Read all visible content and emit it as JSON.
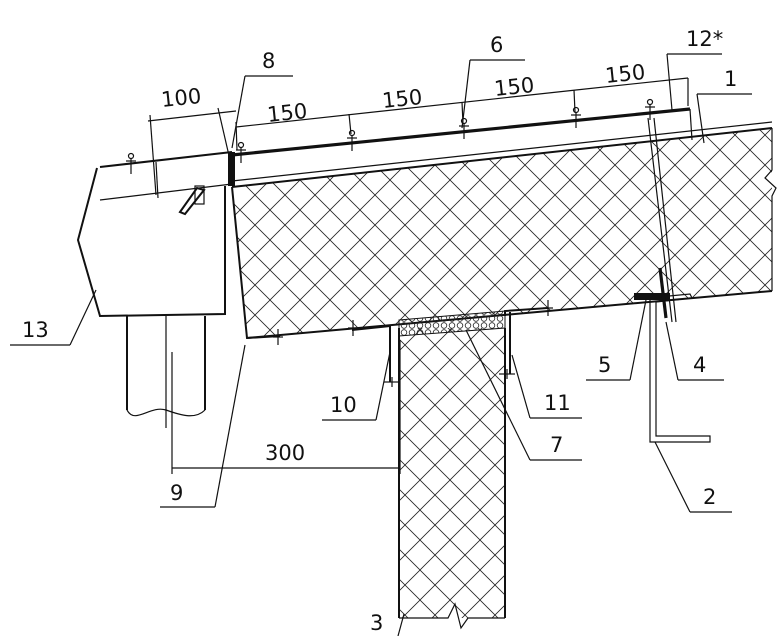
{
  "callouts": [
    {
      "id": "c1",
      "label": "1"
    },
    {
      "id": "c2",
      "label": "2"
    },
    {
      "id": "c3",
      "label": "3"
    },
    {
      "id": "c4",
      "label": "4"
    },
    {
      "id": "c5",
      "label": "5"
    },
    {
      "id": "c6",
      "label": "6"
    },
    {
      "id": "c7",
      "label": "7"
    },
    {
      "id": "c8",
      "label": "8"
    },
    {
      "id": "c9",
      "label": "9"
    },
    {
      "id": "c10",
      "label": "10"
    },
    {
      "id": "c11",
      "label": "11"
    },
    {
      "id": "c12",
      "label": "12*"
    },
    {
      "id": "c13",
      "label": "13"
    }
  ],
  "dimensions": [
    {
      "id": "d100",
      "label": "100"
    },
    {
      "id": "d150a",
      "label": "150"
    },
    {
      "id": "d150b",
      "label": "150"
    },
    {
      "id": "d150c",
      "label": "150"
    },
    {
      "id": "d150d",
      "label": "150"
    },
    {
      "id": "d300",
      "label": "300"
    }
  ]
}
